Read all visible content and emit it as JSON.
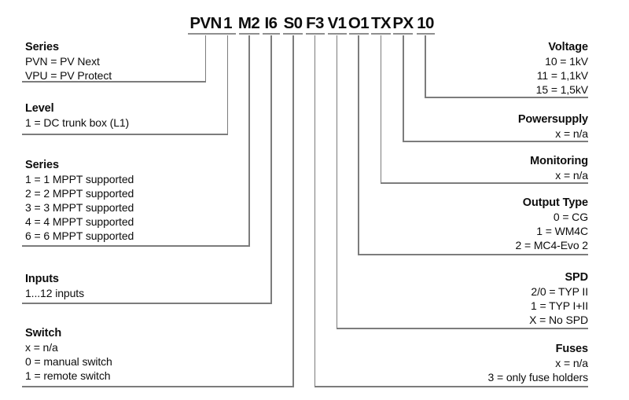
{
  "title": {
    "tokens": [
      "PVN",
      "1",
      "M2",
      "I6",
      "S0",
      "F3",
      "V1",
      "O1",
      "TX",
      "PX",
      "10"
    ],
    "full_code": "PVN 1 M2 I6 S0 F3 V1 O1 TX PX 10"
  },
  "left_blocks": [
    {
      "header": "Series",
      "rows": [
        "PVN = PV Next",
        "VPU = PV Protect"
      ]
    },
    {
      "header": "Level",
      "rows": [
        "1 = DC trunk box (L1)"
      ]
    },
    {
      "header": "Series",
      "rows": [
        "1 = 1 MPPT supported",
        "2 = 2 MPPT supported",
        "3 = 3 MPPT supported",
        "4 = 4 MPPT supported",
        "6 = 6 MPPT supported"
      ]
    },
    {
      "header": "Inputs",
      "rows": [
        "1...12 inputs"
      ]
    },
    {
      "header": "Switch",
      "rows": [
        "x = n/a",
        "0 = manual switch",
        "1 = remote switch"
      ]
    }
  ],
  "right_blocks": [
    {
      "header": "Voltage",
      "rows": [
        "10 = 1kV",
        "11 = 1,1kV",
        "15 = 1,5kV"
      ]
    },
    {
      "header": "Powersupply",
      "rows": [
        "x = n/a"
      ]
    },
    {
      "header": "Monitoring",
      "rows": [
        "x = n/a"
      ]
    },
    {
      "header": "Output Type",
      "rows": [
        "0 = CG",
        "1 = WM4C",
        "2 = MC4-Evo 2"
      ]
    },
    {
      "header": "SPD",
      "rows": [
        "2/0 = TYP II",
        "1 = TYP I+II",
        "X = No SPD"
      ]
    },
    {
      "header": "Fuses",
      "rows": [
        "x = n/a",
        "3 = only fuse holders"
      ]
    }
  ],
  "colors": {
    "background": "#ffffff",
    "text": "#0d0d0d",
    "connector_line": "#7c7c7c",
    "token_underline": "#8f8f8f"
  }
}
